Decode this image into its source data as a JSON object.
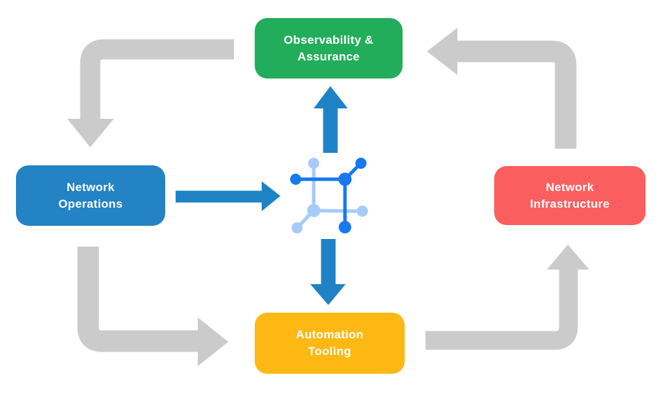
{
  "diagram": {
    "title": "network automation lifecycle diagram",
    "background_color": "#ffffff",
    "nodes": [
      {
        "id": "observability-assurance",
        "label_line1": "Observability &",
        "label_line2": "Assurance",
        "color": "#22AD5B",
        "position": "top"
      },
      {
        "id": "network-operations",
        "label_line1": "Network",
        "label_line2": "Operations",
        "color": "#2383C4",
        "position": "left"
      },
      {
        "id": "network-infrastructure",
        "label_line1": "Network",
        "label_line2": "Infrastructure",
        "color": "#FB5E5E",
        "position": "right"
      },
      {
        "id": "automation-tooling",
        "label_line1": "Automation",
        "label_line2": "Tooling",
        "color": "#FDB813",
        "position": "bottom"
      }
    ],
    "center_icon": {
      "name": "network-mesh-icon",
      "description": "square mesh network glyph with six connector nodes",
      "dark_color": "#1778F0",
      "light_color": "#A6CBF8"
    },
    "cycle_arrows": {
      "color": "#CBCBCB",
      "flows": [
        {
          "from": "observability-assurance",
          "to": "network-operations",
          "corner": "top-left",
          "direction": "down"
        },
        {
          "from": "network-operations",
          "to": "automation-tooling",
          "corner": "bottom-left",
          "direction": "right"
        },
        {
          "from": "automation-tooling",
          "to": "network-infrastructure",
          "corner": "bottom-right",
          "direction": "up"
        },
        {
          "from": "network-infrastructure",
          "to": "observability-assurance",
          "corner": "top-right",
          "direction": "left"
        }
      ]
    },
    "hub_arrows": {
      "color": "#1F82C5",
      "flows": [
        {
          "from": "network-operations",
          "to": "center-icon",
          "direction": "right"
        },
        {
          "from": "center-icon",
          "to": "observability-assurance",
          "direction": "up"
        },
        {
          "from": "center-icon",
          "to": "automation-tooling",
          "direction": "down"
        }
      ]
    }
  }
}
